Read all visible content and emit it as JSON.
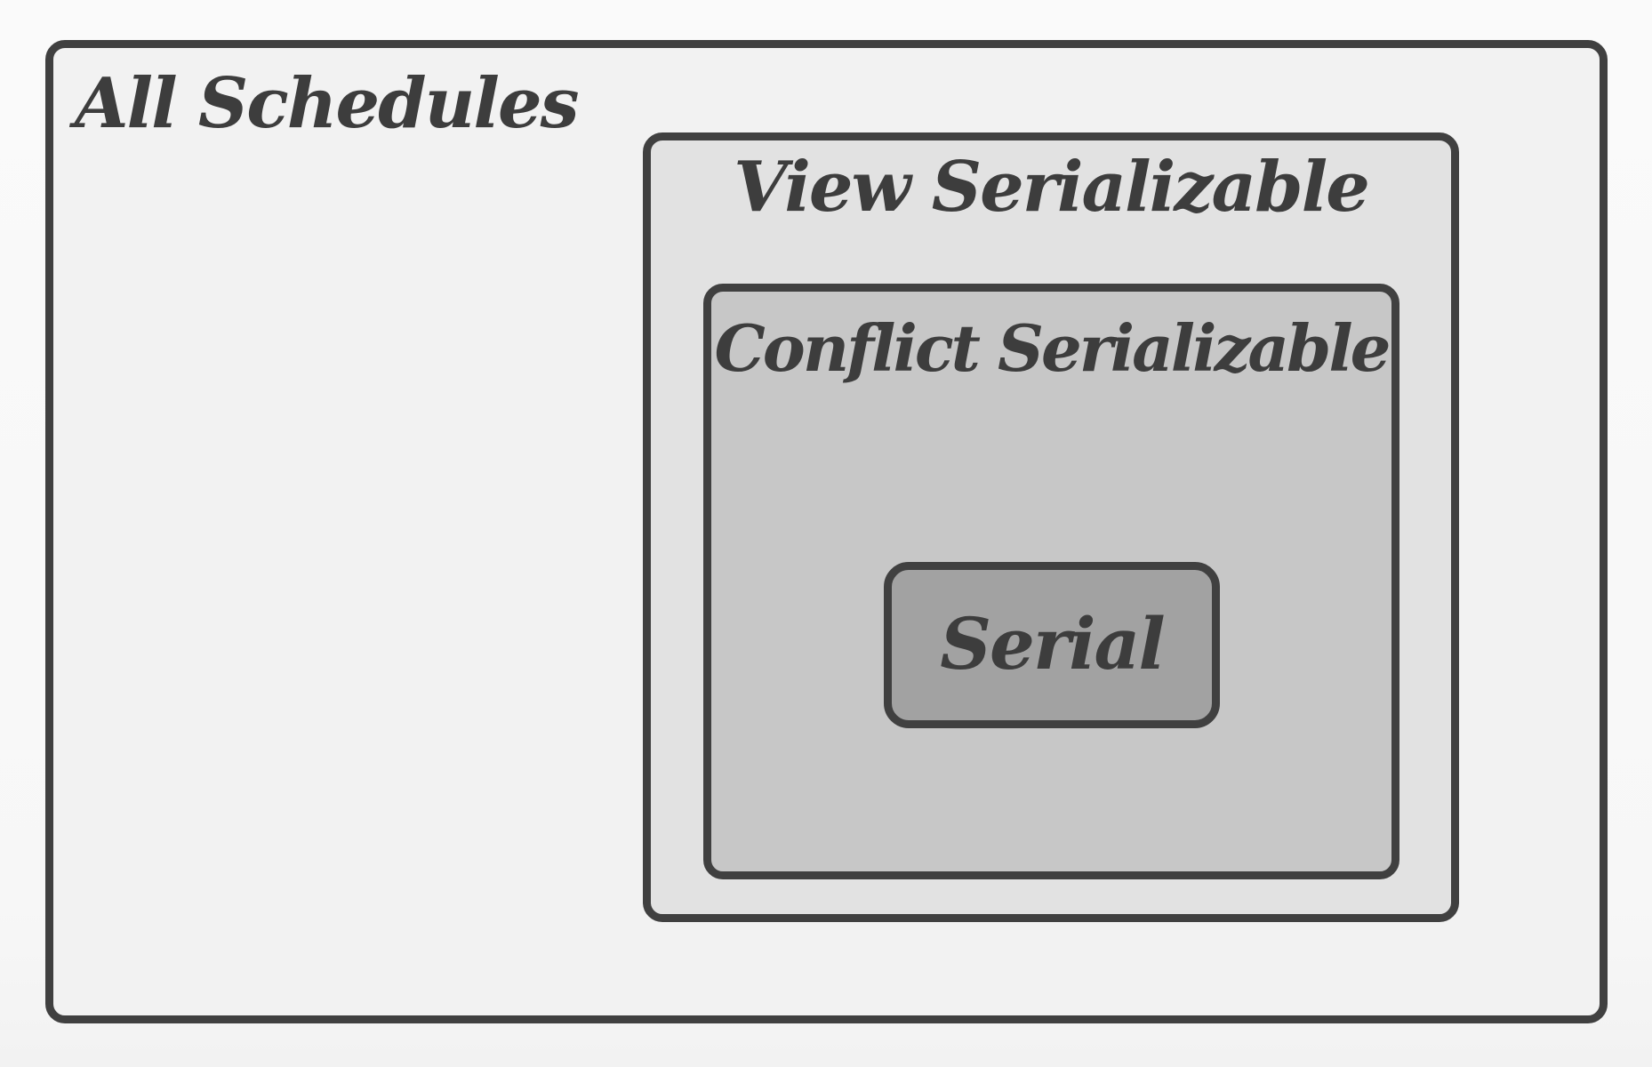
{
  "diagram": {
    "sets": [
      {
        "id": "all",
        "label": "All Schedules",
        "fill": "#f2f2f2"
      },
      {
        "id": "view",
        "label": "View Serializable",
        "fill": "#e2e2e2"
      },
      {
        "id": "conflict",
        "label": "Conflict Serializable",
        "fill": "#c7c7c7"
      },
      {
        "id": "serial",
        "label": "Serial",
        "fill": "#a2a2a2"
      }
    ],
    "border_color": "#404040",
    "text_color": "#3d3d3d"
  }
}
